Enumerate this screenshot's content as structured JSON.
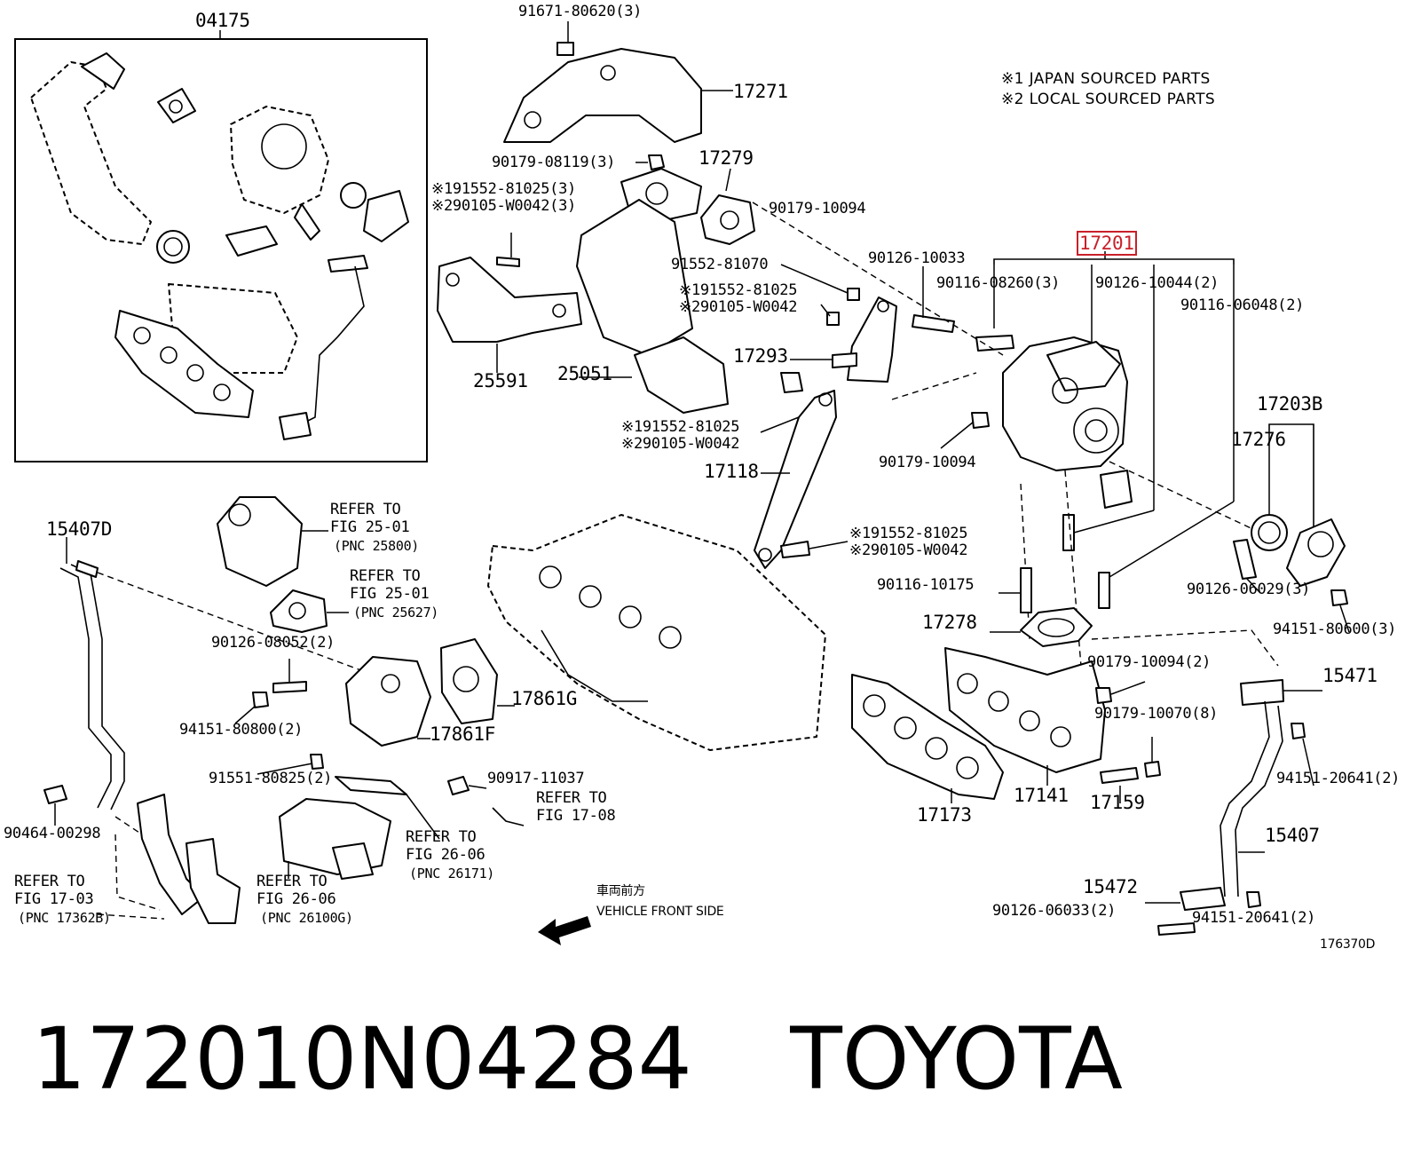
{
  "title_line": {
    "part_number": "172010N04284",
    "brand": "TOYOTA"
  },
  "notes": [
    "※1 JAPAN SOURCED PARTS",
    "※2 LOCAL SOURCED PARTS"
  ],
  "kit_box_label": "04175",
  "drawing_id": "176370D",
  "direction": {
    "japanese": "車両前方",
    "english": "VEHICLE FRONT SIDE",
    "icon": "arrow-left-icon"
  },
  "highlight_color": "#c8202a",
  "callouts": [
    {
      "id": "91671-80620-3",
      "text": "91671-80620(3)"
    },
    {
      "id": "17271",
      "text": "17271",
      "big": true
    },
    {
      "id": "90179-08119-3",
      "text": "90179-08119(3)"
    },
    {
      "id": "17279",
      "text": "17279",
      "big": true
    },
    {
      "id": "n1-191552-81025-3",
      "text": "※191552-81025(3)"
    },
    {
      "id": "n2-290105-W0042-3",
      "text": "※290105-W0042(3)"
    },
    {
      "id": "90179-10094-a",
      "text": "90179-10094"
    },
    {
      "id": "17201",
      "text": "17201",
      "big": true,
      "highlight": true
    },
    {
      "id": "90126-10033",
      "text": "90126-10033"
    },
    {
      "id": "91552-81070",
      "text": "91552-81070"
    },
    {
      "id": "90116-08260-3",
      "text": "90116-08260(3)"
    },
    {
      "id": "90126-10044-2",
      "text": "90126-10044(2)"
    },
    {
      "id": "n1-191552-81025-b",
      "text": "※191552-81025"
    },
    {
      "id": "n2-290105-W0042-b",
      "text": "※290105-W0042"
    },
    {
      "id": "90116-06048-2",
      "text": "90116-06048(2)"
    },
    {
      "id": "17293",
      "text": "17293",
      "big": true
    },
    {
      "id": "25591",
      "text": "25591",
      "big": true
    },
    {
      "id": "25051",
      "text": "25051",
      "big": true
    },
    {
      "id": "17203B",
      "text": "17203B",
      "big": true
    },
    {
      "id": "n1-191552-81025-c",
      "text": "※191552-81025"
    },
    {
      "id": "n2-290105-W0042-c",
      "text": "※290105-W0042"
    },
    {
      "id": "17276",
      "text": "17276",
      "big": true
    },
    {
      "id": "90179-10094-b",
      "text": "90179-10094"
    },
    {
      "id": "17118",
      "text": "17118",
      "big": true
    },
    {
      "id": "15407D",
      "text": "15407D",
      "big": true
    },
    {
      "id": "n1-191552-81025-d",
      "text": "※191552-81025"
    },
    {
      "id": "n2-290105-W0042-d",
      "text": "※290105-W0042"
    },
    {
      "id": "90116-10175",
      "text": "90116-10175"
    },
    {
      "id": "90126-06029-3",
      "text": "90126-06029(3)"
    },
    {
      "id": "17278",
      "text": "17278",
      "big": true
    },
    {
      "id": "94151-80600-3",
      "text": "94151-80600(3)"
    },
    {
      "id": "90126-08052-2",
      "text": "90126-08052(2)"
    },
    {
      "id": "90179-10094-2",
      "text": "90179-10094(2)"
    },
    {
      "id": "15471",
      "text": "15471",
      "big": true
    },
    {
      "id": "17861G",
      "text": "17861G",
      "big": true
    },
    {
      "id": "94151-80800-2",
      "text": "94151-80800(2)"
    },
    {
      "id": "17861F",
      "text": "17861F",
      "big": true
    },
    {
      "id": "90179-10070-8",
      "text": "90179-10070(8)"
    },
    {
      "id": "91551-80825-2",
      "text": "91551-80825(2)"
    },
    {
      "id": "90917-11037",
      "text": "90917-11037"
    },
    {
      "id": "94151-20641-2-a",
      "text": "94151-20641(2)"
    },
    {
      "id": "17141",
      "text": "17141",
      "big": true
    },
    {
      "id": "17159",
      "text": "17159",
      "big": true
    },
    {
      "id": "17173",
      "text": "17173",
      "big": true
    },
    {
      "id": "15407",
      "text": "15407",
      "big": true
    },
    {
      "id": "90464-00298",
      "text": "90464-00298"
    },
    {
      "id": "15472",
      "text": "15472",
      "big": true
    },
    {
      "id": "90126-06033-2",
      "text": "90126-06033(2)"
    },
    {
      "id": "94151-20641-2-b",
      "text": "94151-20641(2)"
    }
  ],
  "references": [
    {
      "id": "ref-25-01-a",
      "refer": "REFER TO",
      "fig": "FIG 25-01",
      "pnc": "(PNC 25800)"
    },
    {
      "id": "ref-25-01-b",
      "refer": "REFER TO",
      "fig": "FIG 25-01",
      "pnc": "(PNC 25627)"
    },
    {
      "id": "ref-17-08",
      "refer": "REFER TO",
      "fig": "FIG 17-08",
      "pnc": ""
    },
    {
      "id": "ref-26-06-a",
      "refer": "REFER TO",
      "fig": "FIG 26-06",
      "pnc": "(PNC 26171)"
    },
    {
      "id": "ref-17-03",
      "refer": "REFER TO",
      "fig": "FIG 17-03",
      "pnc": "(PNC 17362B)"
    },
    {
      "id": "ref-26-06-b",
      "refer": "REFER TO",
      "fig": "FIG 26-06",
      "pnc": "(PNC 26100G)"
    }
  ]
}
